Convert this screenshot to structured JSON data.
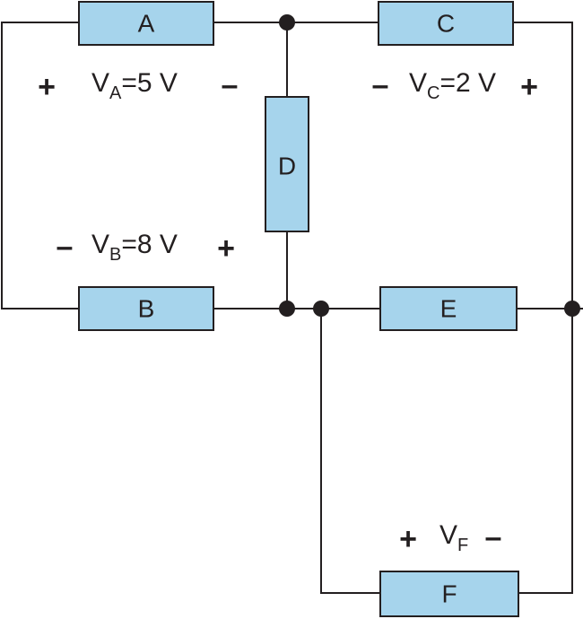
{
  "colors": {
    "component_fill": "#a6d4ec",
    "component_stroke": "#231f20",
    "wire": "#231f20",
    "node": "#231f20"
  },
  "components": {
    "A": {
      "label": "A"
    },
    "B": {
      "label": "B"
    },
    "C": {
      "label": "C"
    },
    "D": {
      "label": "D"
    },
    "E": {
      "label": "E"
    },
    "F": {
      "label": "F"
    }
  },
  "voltages": {
    "A": {
      "symbol": "V",
      "subscript": "A",
      "value": "=5 V",
      "left": "+",
      "right": "–"
    },
    "B": {
      "symbol": "V",
      "subscript": "B",
      "value": "=8 V",
      "left": "–",
      "right": "+"
    },
    "C": {
      "symbol": "V",
      "subscript": "C",
      "value": "=2 V",
      "left": "–",
      "right": "+"
    },
    "F": {
      "symbol": "V",
      "subscript": "F",
      "value": "",
      "left": "+",
      "right": "–"
    }
  }
}
